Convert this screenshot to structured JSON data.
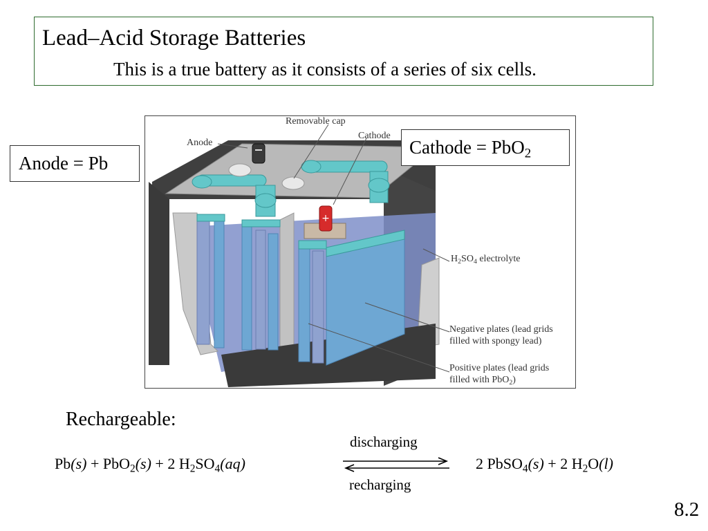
{
  "slide": {
    "title": "Lead–Acid Storage Batteries",
    "subtitle": "This is a true battery as it consists of a series of six cells.",
    "page_number": "8.2"
  },
  "labels": {
    "anode": "Anode = Pb",
    "cathode_prefix": "Cathode = PbO",
    "cathode_sub": "2"
  },
  "figure": {
    "callouts": {
      "removable_cap": "Removable cap",
      "anode": "Anode",
      "cathode": "Cathode",
      "electrolyte_1": "H",
      "electrolyte_2": "SO",
      "electrolyte_3": " electrolyte",
      "electrolyte_sub1": "2",
      "electrolyte_sub2": "4",
      "negative_line1": "Negative plates (lead grids",
      "negative_line2": "filled with spongy lead)",
      "positive_line1": "Positive plates (lead grids",
      "positive_line2_a": "filled with PbO",
      "positive_line2_sub": "2",
      "positive_line2_b": ")"
    }
  },
  "equation": {
    "heading": "Rechargeable:",
    "above_arrow": "discharging",
    "below_arrow": "recharging",
    "left": {
      "t1": "Pb",
      "t2": "(s)",
      "t3": " + PbO",
      "t4": "2",
      "t5": "(s)",
      "t6": " + 2 H",
      "t7": "2",
      "t8": "SO",
      "t9": "4",
      "t10": "(aq)"
    },
    "right": {
      "t1": "2 PbSO",
      "t2": "4",
      "t3": "(s)",
      "t4": " + 2 H",
      "t5": "2",
      "t6": "O",
      "t7": "(l)"
    }
  },
  "colors": {
    "title_border": "#2e6b2e",
    "electrolyte": "#7f8fc9",
    "plates": "#6ea7d3",
    "connectors": "#63c7c9",
    "case": "#4a4a4a",
    "terminal_positive": "#d62b2b"
  }
}
